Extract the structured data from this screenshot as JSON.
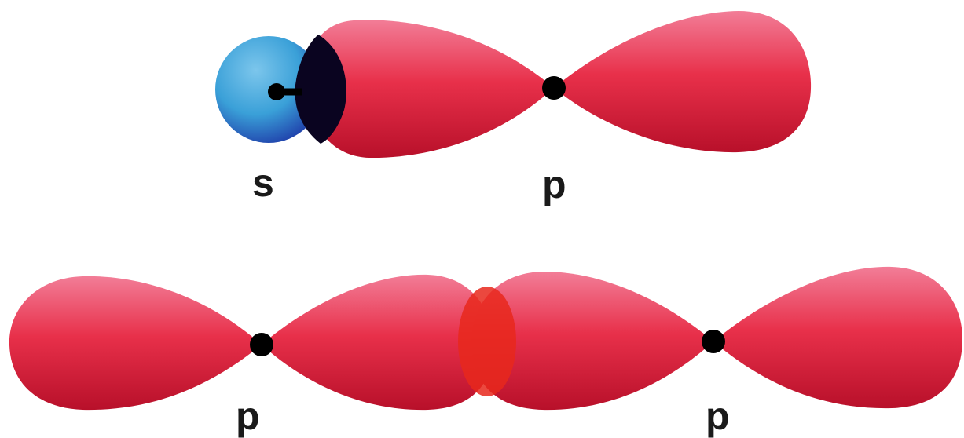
{
  "colors": {
    "p_lobe": "#e8304a",
    "p_lobe_highlight": "#f27d97",
    "p_lobe_shadow": "#b8102a",
    "s_orbital": "#3aa0d8",
    "s_orbital_shadow": "#1e3aa8",
    "overlap_sp": "#0a0420",
    "overlap_pp": "#e8281c",
    "nucleus": "#000000",
    "background": "#ffffff"
  },
  "top_pair": {
    "left_label": "s",
    "right_label": "p"
  },
  "bottom_pair": {
    "left_label": "p",
    "right_label": "p"
  }
}
